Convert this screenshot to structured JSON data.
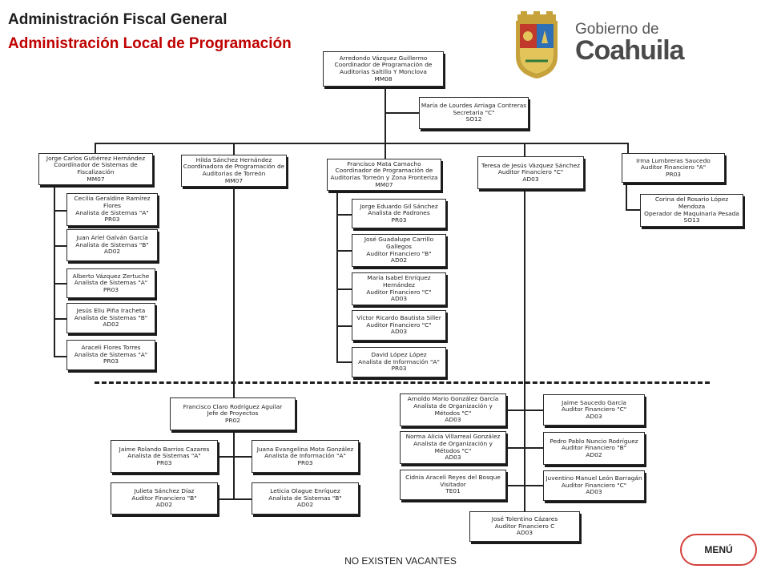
{
  "header": {
    "title_line1": "Administración Fiscal General",
    "title_line2": "Administración Local de Programación",
    "logo_line1": "Gobierno de",
    "logo_line2": "Coahuila",
    "accent_color": "#c00000"
  },
  "nodes": {
    "root": [
      "Arredondo Vázquez Guillermo",
      "Coordinador de Programación de",
      "Auditorias Saltillo Y Monclova",
      "MM08"
    ],
    "secretaria": [
      "María de Lourdes Arriaga Contreras",
      "Secretaria \"C\"",
      "SO12"
    ],
    "jorge": [
      "Jorge Carlos Gutiérrez Hernández",
      "Coordinador de Sistemas de",
      "Fiscalización",
      "MM07"
    ],
    "hilda": [
      "Hilda Sánchez Hernández",
      "Coordinadora de Programación de",
      "Auditorias de Torreón",
      "MM07"
    ],
    "francisco_mata": [
      "Francisco Mata Camacho",
      "Coordinador de Programación de",
      "Auditorias Torreón y Zona Fronteriza",
      "MM07"
    ],
    "teresa": [
      "Teresa de Jesús Vázquez Sánchez",
      "Auditor Financiero \"C\"",
      "AD03"
    ],
    "irma": [
      "Irma Lumbreras Saucedo",
      "Auditor Financiero \"A\"",
      "PR03"
    ],
    "cecilia": [
      "Cecilia Geraldine Ramírez",
      "Flores",
      "Analista de Sistemas \"A\"",
      "PR03"
    ],
    "juan": [
      "Juan Ariel Galván García",
      "Analista de Sistemas \"B\"",
      "AD02"
    ],
    "alberto": [
      "Alberto Vázquez Zertuche",
      "Analista de Sistemas \"A\"",
      "PR03"
    ],
    "jesus": [
      "Jesús Eliu Piña Iracheta",
      "Analista de Sistemas \"B\"",
      "AD02"
    ],
    "araceli": [
      "Araceli Flores Torres",
      "Analista de Sistemas \"A\"",
      "PR03"
    ],
    "jorge_eduardo": [
      "Jorge Eduardo Gil Sánchez",
      "Analista de Padrones",
      "PR03"
    ],
    "jose_guadalupe": [
      "José Guadalupe Carrillo",
      "Gallegos",
      "Auditor Financiero \"B\"",
      "AD02"
    ],
    "maria_isabel": [
      "María Isabel Enríquez",
      "Hernández",
      "Auditor Financiero \"C\"",
      "AD03"
    ],
    "victor": [
      "Víctor Ricardo Bautista Siller",
      "Auditor Financiero \"C\"",
      "AD03"
    ],
    "david": [
      "David López López",
      "Analista de Información \"A\"",
      "PR03"
    ],
    "corina": [
      "Corina del Rosario López",
      "Mendoza",
      "Operador de Maquinaria Pesada",
      "SO13"
    ],
    "francisco_claro": [
      "Francisco Claro Rodríguez Aguilar",
      "Jefe de Proyectos",
      "PR02"
    ],
    "jaime_rolando": [
      "Jaime Rolando Barrios Cazares",
      "Analista de Sistemas \"A\"",
      "PR03"
    ],
    "juana": [
      "Juana Evangelina Mota González",
      "Analista de Información \"A\"",
      "PR03"
    ],
    "julieta": [
      "Julieta Sánchez Díaz",
      "Auditor Financiero \"B\"",
      "AD02"
    ],
    "leticia": [
      "Leticia Olague Enríquez",
      "Analista de Sistemas \"B\"",
      "AD02"
    ],
    "arnoldo": [
      "Arnoldo Mario González García",
      "Analista de Organización y",
      "Métodos \"C\"",
      "AD03"
    ],
    "norma": [
      "Norma Alicia Villarreal González",
      "Analista de Organización y",
      "Métodos \"C\"",
      "AD03"
    ],
    "cidnia": [
      "Cidnia Araceli Reyes del Bosque",
      "Visitador",
      "TE01"
    ],
    "jaime_saucedo": [
      "Jaime Saucedo García",
      "Auditor Financiero \"C\"",
      "AD03"
    ],
    "pedro": [
      "Pedro Pablo Nuncio Rodríguez",
      "Auditor Financiero \"B\"",
      "AD02"
    ],
    "juventino": [
      "Juventino Manuel León Barragán",
      "Auditor Financiero \"C\"",
      "AD03"
    ],
    "jose_tolentino": [
      "José Tolentino Cázares",
      "Auditor Financiero C",
      "AD03"
    ]
  },
  "footer": {
    "vacantes": "NO EXISTEN VACANTES",
    "menu_label": "MENÚ"
  }
}
